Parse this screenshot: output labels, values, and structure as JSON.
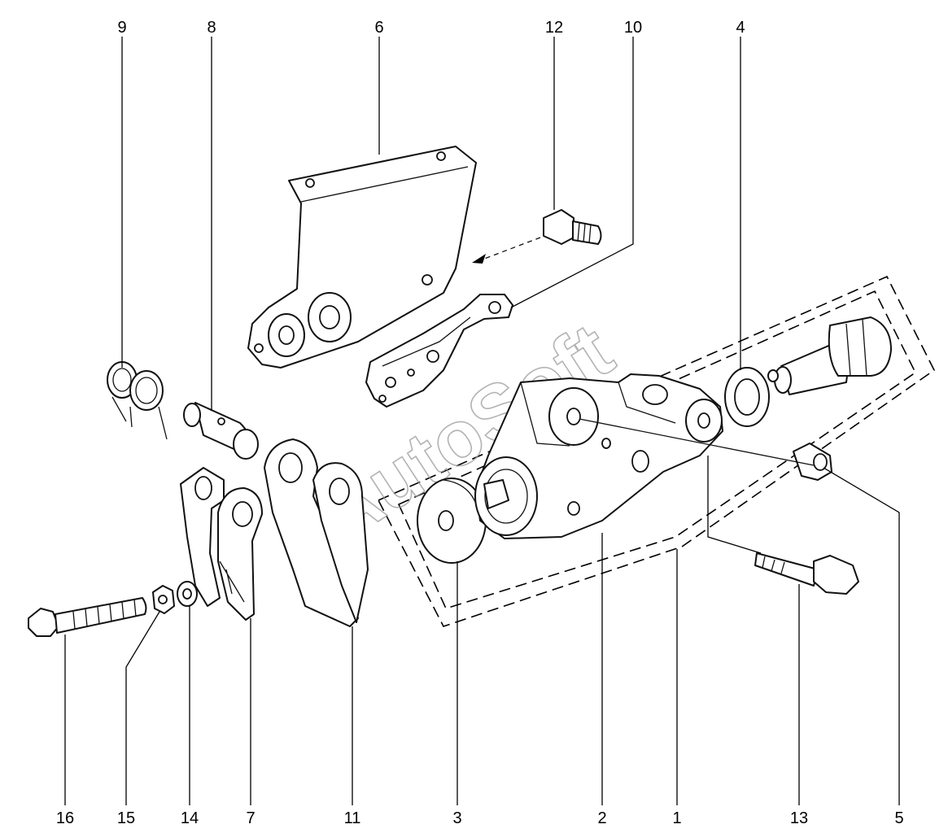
{
  "watermark": "AutoSoft",
  "callouts": {
    "n1": "1",
    "n2": "2",
    "n3": "3",
    "n4": "4",
    "n5": "5",
    "n6": "6",
    "n7": "7",
    "n8": "8",
    "n9": "9",
    "n10": "10",
    "n11": "11",
    "n12": "12",
    "n13": "13",
    "n14": "14",
    "n15": "15",
    "n16": "16"
  }
}
